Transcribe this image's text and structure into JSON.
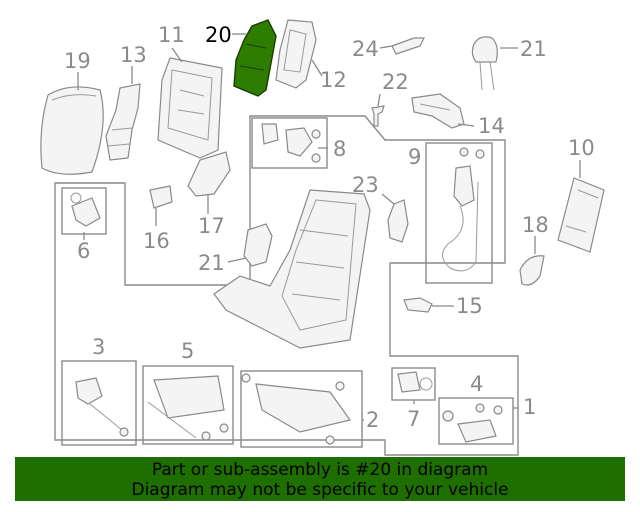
{
  "highlight_color": "#2e7d00",
  "banner": {
    "line1": "Part or sub-assembly is #20 in diagram",
    "line2": "Diagram may not be specific to your vehicle"
  },
  "callouts": {
    "c1": "1",
    "c2": "2",
    "c3": "3",
    "c4": "4",
    "c5": "5",
    "c6": "6",
    "c7": "7",
    "c8": "8",
    "c9": "9",
    "c10": "10",
    "c11": "11",
    "c12": "12",
    "c13": "13",
    "c14": "14",
    "c15": "15",
    "c16": "16",
    "c17": "17",
    "c18": "18",
    "c19": "19",
    "c20": "20",
    "c21a": "21",
    "c21b": "21",
    "c22": "22",
    "c23": "23",
    "c24": "24"
  }
}
